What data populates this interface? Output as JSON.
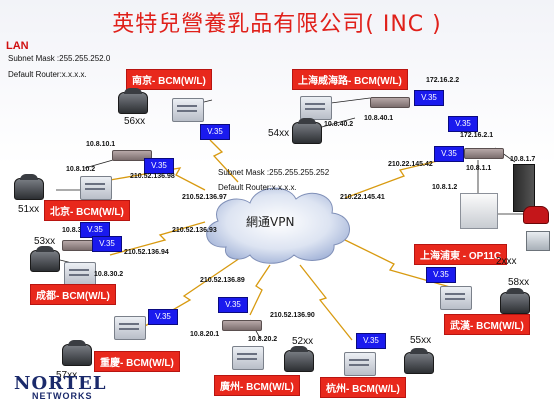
{
  "title": "英特兒營養乳品有限公司( INC )",
  "lan": {
    "label": "LAN",
    "subnet_mask": "Subnet Mask  :255.255.252.0",
    "default_router": "Default Router:x.x.x.x."
  },
  "cloud": {
    "label": "網通VPN",
    "subnet_mask": "Subnet Mask  :255.255.255.252",
    "default_router": "Default Router:x.x.x.x."
  },
  "v35_label": "V.35",
  "sites": {
    "nanjing": {
      "label": "南京- BCM(W/L)",
      "ext": "56xx",
      "ip_lan": "10.8.10.1",
      "ip_gw": "10.8.10.2",
      "ip_wan": "210.52.136.98",
      "ip_cloud": "210.52.136.97"
    },
    "shanghai_weihai": {
      "label": "上海威海路- BCM(W/L)",
      "ext": "54xx",
      "ip_a": "10.8.40.2",
      "ip_b": "10.8.40.1",
      "ip_top": "172.16.2.2"
    },
    "shanghai_pudong": {
      "label": "上海浦東 - OP11C",
      "ext": "2xxx",
      "ip_172": "172.16.2.1",
      "ip_wan": "210.22.145.42",
      "ip_cloud": "210.22.145.41",
      "ip_lan1": "10.8.1.1",
      "ip_lan2": "10.8.1.2",
      "ip_lan3": "10.8.1.7"
    },
    "beijing": {
      "label": "北京- BCM(W/L)",
      "ext": "51xx"
    },
    "chengdu": {
      "label": "成都- BCM(W/L)",
      "ext": "53xx",
      "ip_lan": "10.8.30.1",
      "ip_gw": "10.8.30.2",
      "ip_wan": "210.52.136.94",
      "ip_cloud": "210.52.136.93"
    },
    "chongqing": {
      "label": "重慶- BCM(W/L)",
      "ext": "57xx"
    },
    "guangzhou": {
      "label": "廣州- BCM(W/L)",
      "ext": "52xx",
      "ip_lan": "10.8.20.1",
      "ip_gw": "10.8.20.2",
      "ip_wan": "210.52.136.90",
      "ip_cloud": "210.52.136.89"
    },
    "hangzhou": {
      "label": "杭州- BCM(W/L)",
      "ext": "55xx"
    },
    "wuhan": {
      "label": "武漢- BCM(W/L)",
      "ext": "58xx"
    }
  },
  "logo": {
    "name": "NORTEL",
    "sub": "NETWORKS"
  },
  "colors": {
    "title": "#e0201a",
    "label_bg": "#e8281c",
    "v35_bg": "#1a1aee",
    "line": "#d89a10"
  }
}
